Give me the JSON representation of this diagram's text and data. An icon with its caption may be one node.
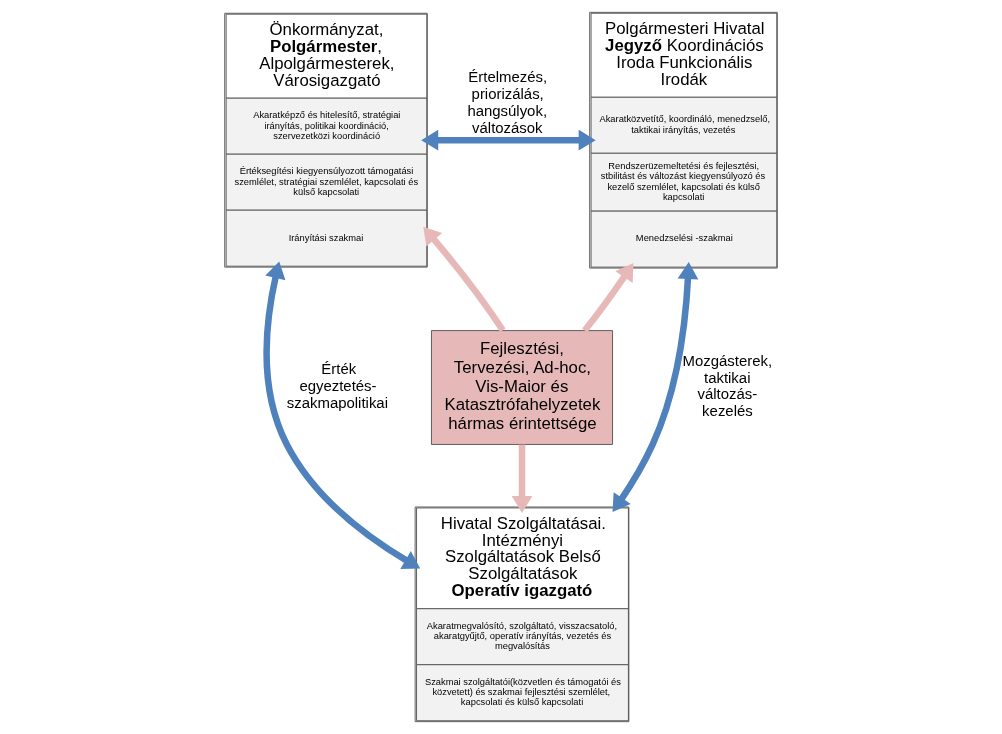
{
  "diagram": {
    "nodes": [
      {
        "text": [
          "Önkormányzat, **Polgármester**, Alpolgármesterek, Városigazgató",
          "Akaratképző és hitelesítő, stratégiai irányítás, politikai koordináció, szervezetközi koordináció",
          "Értéksegítési kiegyensúlyozott támogatási szemlélet, stratégiai szemlélet, kapcsolati és külső kapcsolati",
          "Irányítási szakmai"
        ]
      },
      {
        "text": [
          "Polgármesteri Hivatal **Jegyző** Koordinációs Iroda Funkcionális Irodák",
          "Akaratközvetítő, koordináló, menedzselő, taktikai irányítás, vezetés",
          "Rendszerüzemeltetési és fejlesztési, stbilitást és változást kiegyensúlyozó és kezelő szemlélet, kapcsolati és külső kapcsolati",
          "Menedzselési -szakmai"
        ]
      },
      {
        "text": [
          "Fejlesztési, Tervezési, Ad-hoc, Vis-Maior és Katasztrófahelyzetek hármas érintettsége"
        ]
      },
      {
        "text": [
          "Hivatal Szolgáltatásai. Intézményi Szolgáltatások Belső Szolgáltatások **Operatív igazgató**",
          "Akaratmegvalósító, szolgáltató, visszacsatoló, akaratgyűjtő, operatív irányítás, vezetés és megvalósítás",
          "Szakmai szolgáltatói(közvetlen és támogatói és közvetett) és szakmai fejlesztési szemlélet, kapcsolati és külső kapcsolati"
        ]
      }
    ],
    "edges": [
      {
        "from": 0,
        "to": 1,
        "arrow": "both",
        "label": "Értelmezés, priorizálás, hangsúlyok, változások",
        "color": "#4f81bd"
      },
      {
        "from": 2,
        "to": 0,
        "arrow": "to",
        "color": "#e6b9b8"
      },
      {
        "from": 2,
        "to": 1,
        "arrow": "to",
        "color": "#e6b9b8"
      },
      {
        "from": 2,
        "to": 3,
        "arrow": "to",
        "color": "#e6b9b8"
      },
      {
        "from": 0,
        "to": 3,
        "arrow": "both",
        "label": "Érték egyeztetés- szakmapolitikai",
        "color": "#4f81bd"
      },
      {
        "from": 1,
        "to": 3,
        "arrow": "both",
        "label": "Mozgásterek, taktikai változás- kezelés",
        "color": "#4f81bd"
      }
    ]
  }
}
